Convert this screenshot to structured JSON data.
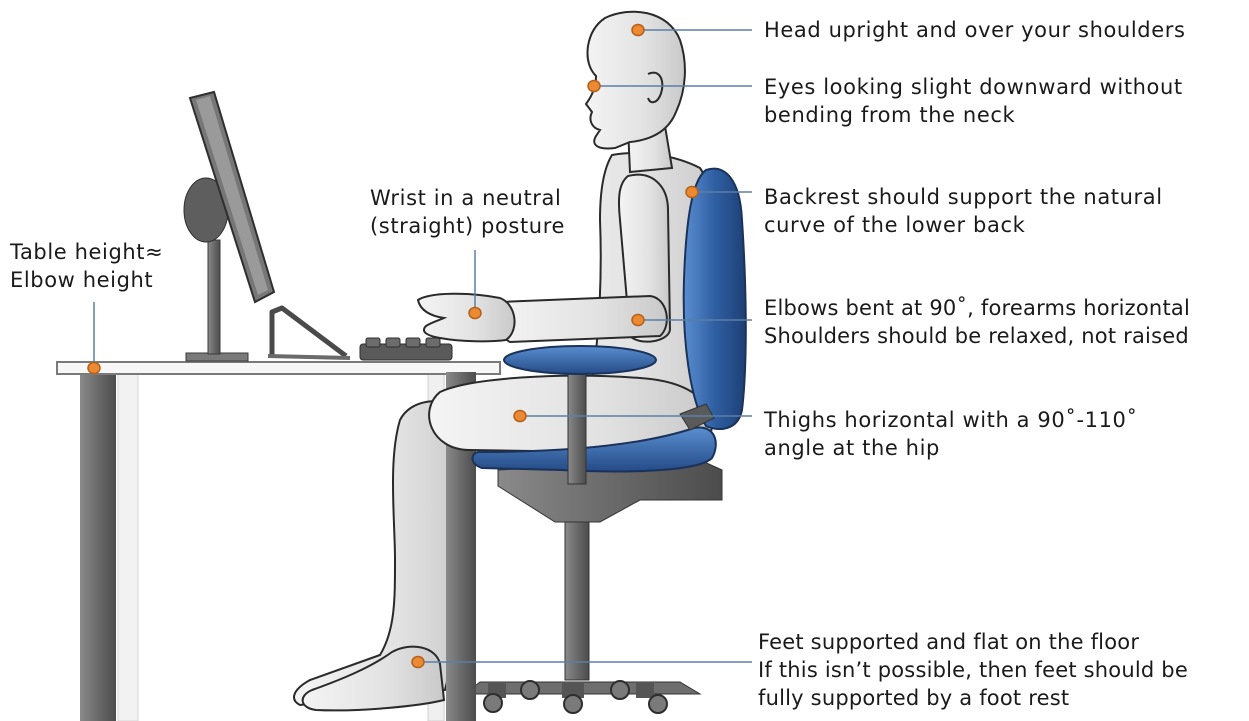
{
  "labels": {
    "head": {
      "line1": "Head upright and over your shoulders"
    },
    "eyes": {
      "line1": "Eyes looking slight downward without",
      "line2": "bending from the neck"
    },
    "backrest": {
      "line1": "Backrest should support the natural",
      "line2": "curve of the lower back"
    },
    "wrist": {
      "line1": "Wrist in a neutral",
      "line2": "(straight) posture"
    },
    "table": {
      "line1": "Table height≈",
      "line2": "Elbow height"
    },
    "elbows": {
      "line1": "Elbows bent at 90˚, forearms horizontal",
      "line2": "Shoulders should be relaxed, not raised"
    },
    "thighs": {
      "line1": "Thighs horizontal with a 90˚-110˚",
      "line2": "angle at the hip"
    },
    "feet": {
      "line1": "Feet supported and flat on the floor",
      "line2": "If this isn’t possible, then feet should be",
      "line3": "fully supported by a foot rest"
    }
  },
  "colors": {
    "marker_fill": "#ec8a34",
    "marker_stroke": "#b4601a",
    "leader_line": "#5b7fa6",
    "chair_blue": "#2f5fa3",
    "body_fill": "#e4e4e4",
    "furniture_gray": "#6a6a6a"
  }
}
